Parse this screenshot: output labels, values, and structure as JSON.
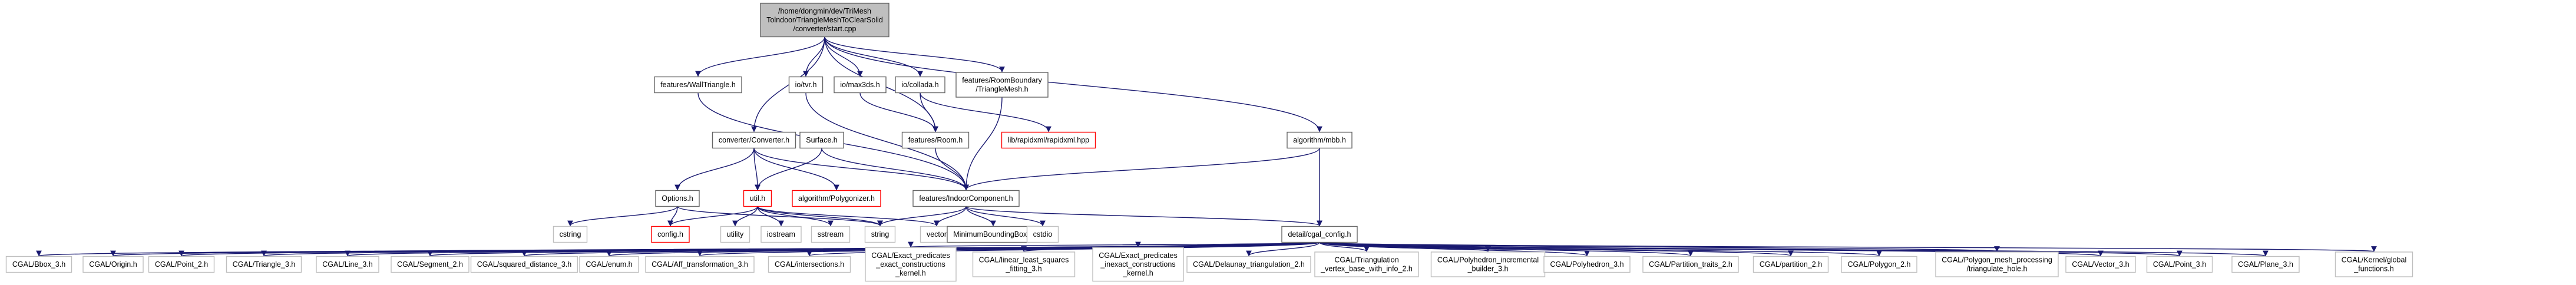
{
  "diagram": {
    "colors": {
      "edge": "#191970",
      "node_border": "#666666",
      "missing_border": "#ff0000",
      "leaf_border": "#bfbfbf",
      "root_fill": "#bfbfbf",
      "node_fill": "#ffffff"
    },
    "nodes": [
      {
        "id": "root",
        "kind": "root",
        "lines": [
          "/home/dongmin/dev/TriMesh",
          "Tolndoor/TriangleMeshToClearSolid",
          "/converter/start.cpp"
        ]
      },
      {
        "id": "wall",
        "kind": "file",
        "lines": [
          "features/WallTriangle.h"
        ]
      },
      {
        "id": "iohv",
        "kind": "file",
        "lines": [
          "io/tvr.h"
        ]
      },
      {
        "id": "io3ds",
        "kind": "file",
        "lines": [
          "io/max3ds.h"
        ]
      },
      {
        "id": "iocollada",
        "kind": "file",
        "lines": [
          "io/collada.h"
        ]
      },
      {
        "id": "roomboundary",
        "kind": "file",
        "lines": [
          "features/RoomBoundary",
          "/TriangleMesh.h"
        ]
      },
      {
        "id": "converter",
        "kind": "file",
        "lines": [
          "converter/Converter.h"
        ]
      },
      {
        "id": "surface",
        "kind": "file",
        "lines": [
          "Surface.h"
        ]
      },
      {
        "id": "room",
        "kind": "file",
        "lines": [
          "features/Room.h"
        ]
      },
      {
        "id": "rapidxml",
        "kind": "missing",
        "lines": [
          "lib/rapidxml/rapidxml.hpp"
        ]
      },
      {
        "id": "mbb",
        "kind": "file",
        "lines": [
          "algorithm/mbb.h"
        ]
      },
      {
        "id": "options",
        "kind": "file",
        "lines": [
          "Options.h"
        ]
      },
      {
        "id": "util",
        "kind": "missing",
        "lines": [
          "util.h"
        ]
      },
      {
        "id": "polygonizer",
        "kind": "missing",
        "lines": [
          "algorithm/Polygonizer.h"
        ]
      },
      {
        "id": "indoor",
        "kind": "file",
        "lines": [
          "features/IndoorComponent.h"
        ]
      },
      {
        "id": "cstring",
        "kind": "std",
        "lines": [
          "cstring"
        ]
      },
      {
        "id": "config",
        "kind": "missing",
        "lines": [
          "config.h"
        ]
      },
      {
        "id": "utility",
        "kind": "std",
        "lines": [
          "utility"
        ]
      },
      {
        "id": "iostream",
        "kind": "std",
        "lines": [
          "iostream"
        ]
      },
      {
        "id": "sstream",
        "kind": "std",
        "lines": [
          "sstream"
        ]
      },
      {
        "id": "string",
        "kind": "std",
        "lines": [
          "string"
        ]
      },
      {
        "id": "vector",
        "kind": "std",
        "lines": [
          "vector"
        ]
      },
      {
        "id": "minbox",
        "kind": "file",
        "lines": [
          "MinimumBoundingBox.h"
        ]
      },
      {
        "id": "cstdio",
        "kind": "std",
        "lines": [
          "cstdio"
        ]
      },
      {
        "id": "cgalcfg",
        "kind": "file",
        "lines": [
          "detail/cgal_config.h"
        ]
      },
      {
        "id": "c1",
        "kind": "std",
        "lines": [
          "CGAL/Bbox_3.h"
        ]
      },
      {
        "id": "c2",
        "kind": "std",
        "lines": [
          "CGAL/Origin.h"
        ]
      },
      {
        "id": "c3",
        "kind": "std",
        "lines": [
          "CGAL/Point_2.h"
        ]
      },
      {
        "id": "c4",
        "kind": "std",
        "lines": [
          "CGAL/Triangle_3.h"
        ]
      },
      {
        "id": "c5",
        "kind": "std",
        "lines": [
          "CGAL/Line_3.h"
        ]
      },
      {
        "id": "c6",
        "kind": "std",
        "lines": [
          "CGAL/Segment_2.h"
        ]
      },
      {
        "id": "c7",
        "kind": "std",
        "lines": [
          "CGAL/squared_distance_3.h"
        ]
      },
      {
        "id": "c8",
        "kind": "std",
        "lines": [
          "CGAL/enum.h"
        ]
      },
      {
        "id": "c9",
        "kind": "std",
        "lines": [
          "CGAL/Aff_transformation_3.h"
        ]
      },
      {
        "id": "c10",
        "kind": "std",
        "lines": [
          "CGAL/intersections.h"
        ]
      },
      {
        "id": "c11",
        "kind": "std",
        "lines": [
          "CGAL/Exact_predicates",
          "_exact_constructions",
          "_kernel.h"
        ]
      },
      {
        "id": "c12",
        "kind": "std",
        "lines": [
          "CGAL/linear_least_squares",
          "_fitting_3.h"
        ]
      },
      {
        "id": "c13",
        "kind": "std",
        "lines": [
          "CGAL/Exact_predicates",
          "_inexact_constructions",
          "_kernel.h"
        ]
      },
      {
        "id": "c14",
        "kind": "std",
        "lines": [
          "CGAL/Delaunay_triangulation_2.h"
        ]
      },
      {
        "id": "c15",
        "kind": "std",
        "lines": [
          "CGAL/Triangulation",
          "_vertex_base_with_info_2.h"
        ]
      },
      {
        "id": "c16",
        "kind": "std",
        "lines": [
          "CGAL/Polyhedron_incremental",
          "_builder_3.h"
        ]
      },
      {
        "id": "c17",
        "kind": "std",
        "lines": [
          "CGAL/Polyhedron_3.h"
        ]
      },
      {
        "id": "c18",
        "kind": "std",
        "lines": [
          "CGAL/Partition_traits_2.h"
        ]
      },
      {
        "id": "c19",
        "kind": "std",
        "lines": [
          "CGAL/partition_2.h"
        ]
      },
      {
        "id": "c20",
        "kind": "std",
        "lines": [
          "CGAL/Polygon_2.h"
        ]
      },
      {
        "id": "c21",
        "kind": "std",
        "lines": [
          "CGAL/Polygon_mesh_processing",
          "/triangulate_hole.h"
        ]
      },
      {
        "id": "c22",
        "kind": "std",
        "lines": [
          "CGAL/Vector_3.h"
        ]
      },
      {
        "id": "c23",
        "kind": "std",
        "lines": [
          "CGAL/Point_3.h"
        ]
      },
      {
        "id": "c24",
        "kind": "std",
        "lines": [
          "CGAL/Plane_3.h"
        ]
      },
      {
        "id": "c25",
        "kind": "std",
        "lines": [
          "CGAL/Kernel/global",
          "_functions.h"
        ]
      }
    ],
    "edges": [
      [
        "root",
        "wall"
      ],
      [
        "root",
        "iohv"
      ],
      [
        "root",
        "io3ds"
      ],
      [
        "root",
        "iocollada"
      ],
      [
        "root",
        "roomboundary"
      ],
      [
        "root",
        "converter"
      ],
      [
        "root",
        "mbb"
      ],
      [
        "root",
        "room"
      ],
      [
        "wall",
        "indoor"
      ],
      [
        "iohv",
        "indoor"
      ],
      [
        "io3ds",
        "room"
      ],
      [
        "iocollada",
        "room"
      ],
      [
        "iocollada",
        "rapidxml"
      ],
      [
        "roomboundary",
        "indoor"
      ],
      [
        "room",
        "indoor"
      ],
      [
        "converter",
        "options"
      ],
      [
        "converter",
        "util"
      ],
      [
        "converter",
        "polygonizer"
      ],
      [
        "converter",
        "indoor"
      ],
      [
        "surface",
        "util"
      ],
      [
        "surface",
        "indoor"
      ],
      [
        "mbb",
        "indoor"
      ],
      [
        "mbb",
        "cgalcfg"
      ],
      [
        "options",
        "cstring"
      ],
      [
        "options",
        "config"
      ],
      [
        "options",
        "string"
      ],
      [
        "util",
        "config"
      ],
      [
        "util",
        "utility"
      ],
      [
        "util",
        "iostream"
      ],
      [
        "util",
        "sstream"
      ],
      [
        "util",
        "string"
      ],
      [
        "util",
        "vector"
      ],
      [
        "indoor",
        "vector"
      ],
      [
        "indoor",
        "minbox"
      ],
      [
        "indoor",
        "cstdio"
      ],
      [
        "indoor",
        "cgalcfg"
      ],
      [
        "indoor",
        "string"
      ],
      [
        "cgalcfg",
        "c1"
      ],
      [
        "cgalcfg",
        "c2"
      ],
      [
        "cgalcfg",
        "c3"
      ],
      [
        "cgalcfg",
        "c4"
      ],
      [
        "cgalcfg",
        "c5"
      ],
      [
        "cgalcfg",
        "c6"
      ],
      [
        "cgalcfg",
        "c7"
      ],
      [
        "cgalcfg",
        "c8"
      ],
      [
        "cgalcfg",
        "c9"
      ],
      [
        "cgalcfg",
        "c10"
      ],
      [
        "cgalcfg",
        "c11"
      ],
      [
        "cgalcfg",
        "c12"
      ],
      [
        "cgalcfg",
        "c13"
      ],
      [
        "cgalcfg",
        "c14"
      ],
      [
        "cgalcfg",
        "c15"
      ],
      [
        "cgalcfg",
        "c16"
      ],
      [
        "cgalcfg",
        "c17"
      ],
      [
        "cgalcfg",
        "c18"
      ],
      [
        "cgalcfg",
        "c19"
      ],
      [
        "cgalcfg",
        "c20"
      ],
      [
        "cgalcfg",
        "c21"
      ],
      [
        "cgalcfg",
        "c22"
      ],
      [
        "cgalcfg",
        "c23"
      ],
      [
        "cgalcfg",
        "c24"
      ],
      [
        "cgalcfg",
        "c25"
      ]
    ]
  }
}
